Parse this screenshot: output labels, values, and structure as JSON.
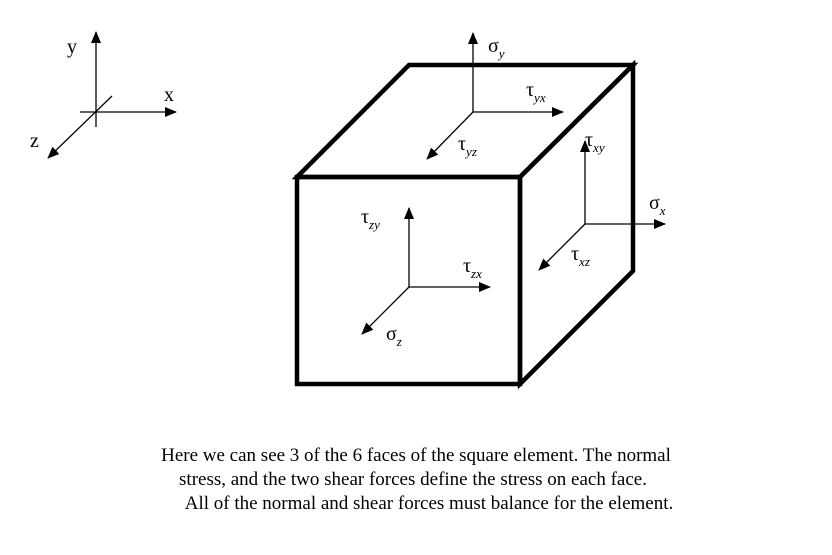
{
  "axes": {
    "x": "x",
    "y": "y",
    "z": "z"
  },
  "labels": {
    "sigma_y": {
      "base": "σ",
      "sub": "y"
    },
    "tau_yx": {
      "base": "τ",
      "sub": "yx"
    },
    "tau_yz": {
      "base": "τ",
      "sub": "yz"
    },
    "tau_xy": {
      "base": "τ",
      "sub": "xy"
    },
    "sigma_x": {
      "base": "σ",
      "sub": "x"
    },
    "tau_xz": {
      "base": "τ",
      "sub": "xz"
    },
    "tau_zy": {
      "base": "τ",
      "sub": "zy"
    },
    "tau_zx": {
      "base": "τ",
      "sub": "zx"
    },
    "sigma_z": {
      "base": "σ",
      "sub": "z"
    }
  },
  "caption": {
    "line1": "Here we can see 3 of the 6 faces of the square element. The normal",
    "line2": "stress, and the two shear forces define the stress on each face.",
    "line3": "All of the normal and shear forces must balance for the element."
  }
}
